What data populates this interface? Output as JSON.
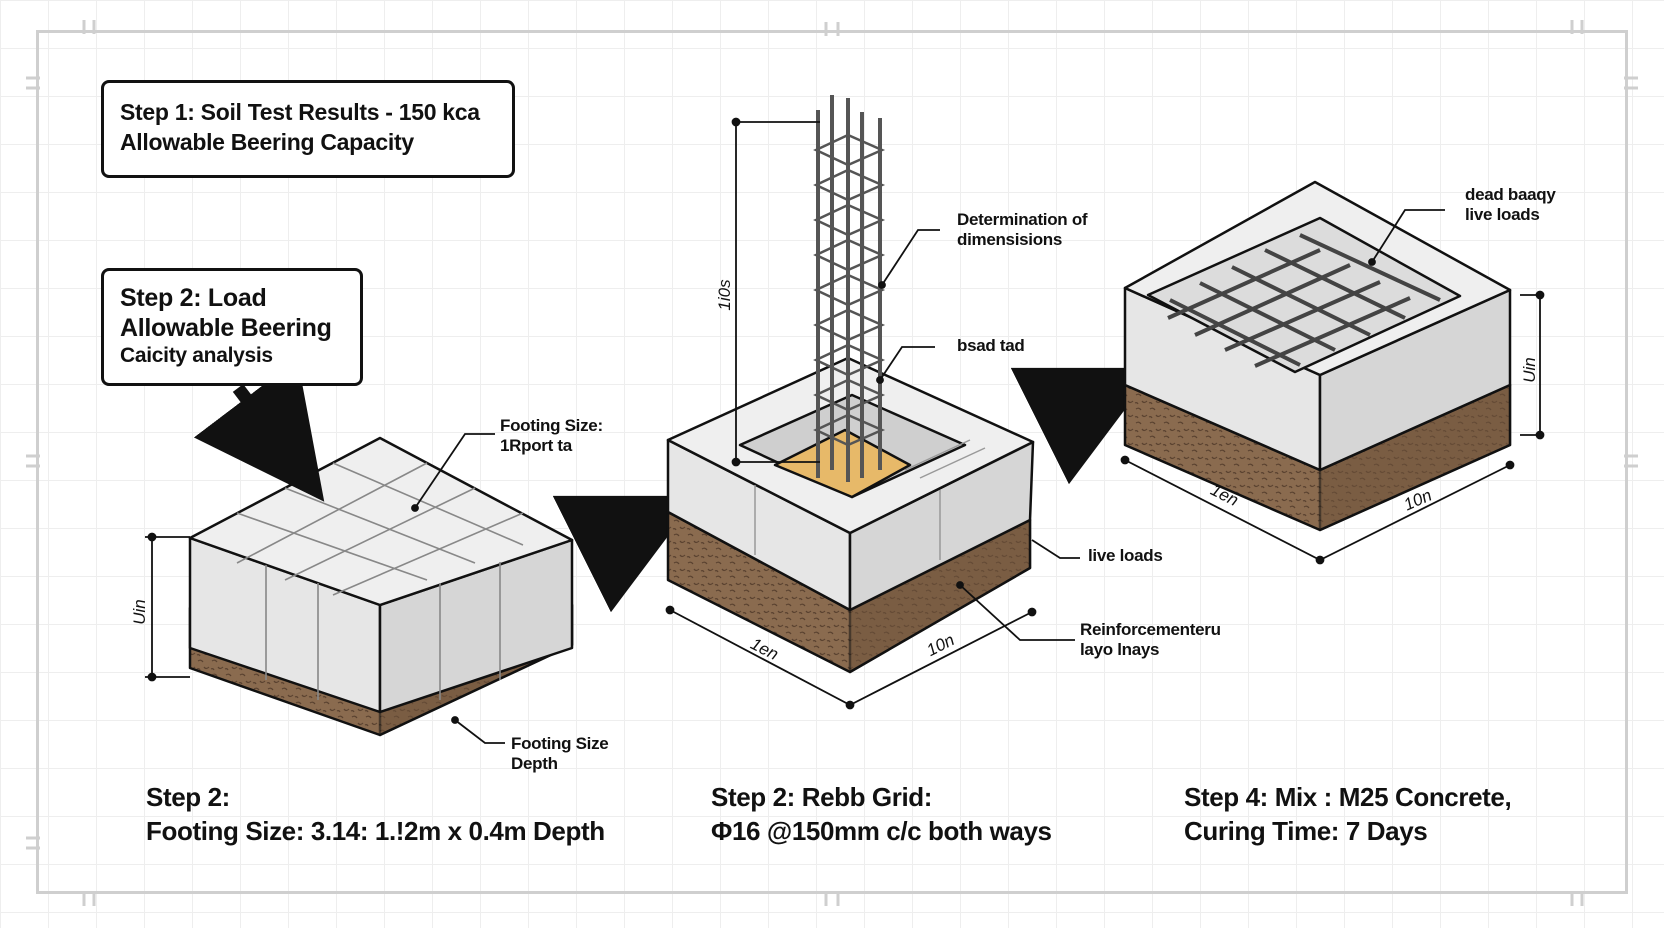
{
  "step1": {
    "line1": "Step 1: Soil Test Results - 150 kca",
    "line2": "Allowable Beering Capacity"
  },
  "step2_box": {
    "line1": "Step 2: Load",
    "line2": "Allowable Beering",
    "line3": "Caicity analysis"
  },
  "labels": {
    "footing_size_top": "Footing Size:",
    "footing_size_top_sub": "1Rport ta",
    "footing_size_depth_1": "Footing Size",
    "footing_size_depth_2": "Depth",
    "determination_1": "Determination of",
    "determination_2": "dimensisions",
    "bsad_lad": "bsad tad",
    "live_loads": "live loads",
    "reinforcement_1": "Reinforcementeru",
    "reinforcement_2": "layo lnays",
    "dead_1": "dead baaqy",
    "dead_2": "live loads"
  },
  "dims": {
    "left_height": "Uin",
    "column_height": "1i0s",
    "center_left": "1en",
    "center_right": "10n",
    "right_height": "Uin",
    "right_left": "1en",
    "right_right": "10n"
  },
  "captions": {
    "c1_line1": "Step 2:",
    "c1_line2": "Footing Size: 3.14: 1.!2m x 0.4m Depth",
    "c2_line1": "Step 2: Rebb Grid:",
    "c2_line2": "Φ16 @150mm c/c both ways",
    "c3_line1": "Step 4: Mix : M25 Concrete,",
    "c3_line2": "Curing Time: 7 Days"
  },
  "colors": {
    "concrete": "#ececec",
    "concrete_side": "#dadada",
    "soil": "#8a6b4f",
    "soil_dark": "#6e533b",
    "rebar": "#555555",
    "sand": "#e7b969",
    "outline": "#111111"
  }
}
